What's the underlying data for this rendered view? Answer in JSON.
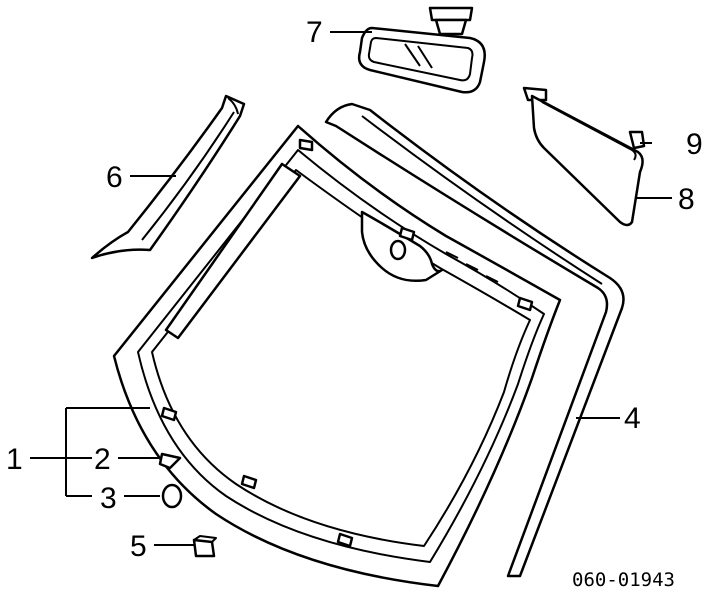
{
  "callouts": {
    "c1": "1",
    "c2": "2",
    "c3": "3",
    "c4": "4",
    "c5": "5",
    "c6": "6",
    "c7": "7",
    "c8": "8",
    "c9": "9"
  },
  "diagram_code": "060-01943"
}
